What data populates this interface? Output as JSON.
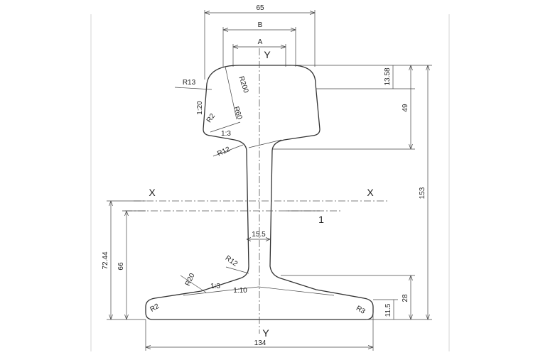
{
  "diagram": {
    "axes": {
      "y_top": "Y",
      "y_bottom": "Y",
      "x_left": "X",
      "x_right": "X"
    },
    "dimensions": {
      "head_width": "65",
      "b_label": "B",
      "a_label": "A",
      "head_top_depth": "13.58",
      "head_depth": "49",
      "total_height": "153",
      "web_thickness": "15.5",
      "centroid_height": "72.44",
      "ref_height": "66",
      "foot_height": "28",
      "foot_edge": "11.5",
      "foot_width": "134",
      "ref_line_label": "1"
    },
    "radii": {
      "r13": "R13",
      "r200": "R200",
      "r60": "R60",
      "r2_head": "R2",
      "r12_top": "R12",
      "r12_bottom": "R12",
      "r20": "R20",
      "r2_foot": "R2",
      "r3_foot": "R3"
    },
    "slopes": {
      "head_side": "1:20",
      "head_under": "1:3",
      "foot_upper": "1:3",
      "foot_lower": "1:10"
    }
  }
}
